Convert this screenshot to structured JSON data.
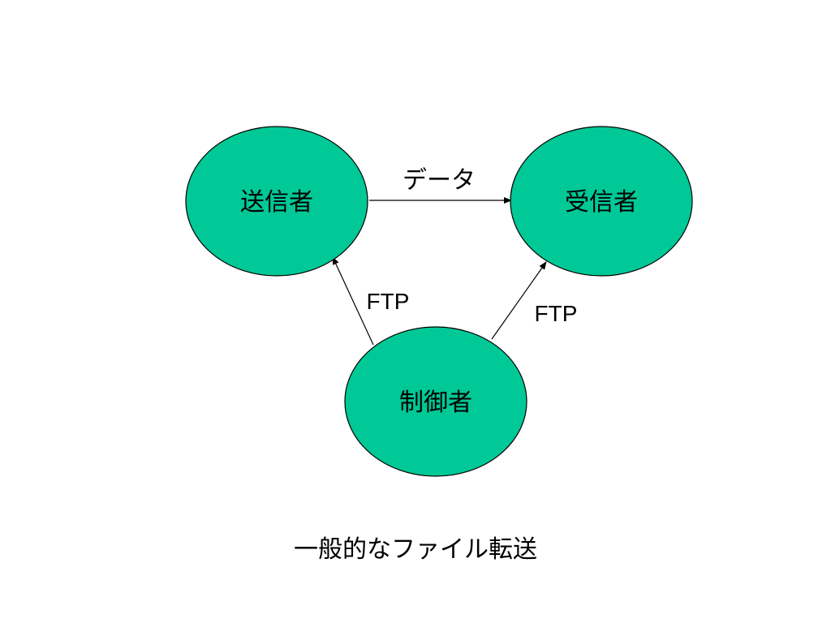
{
  "colors": {
    "node_fill": "#00C896",
    "node_stroke": "#000000",
    "edge": "#000000",
    "background": "#ffffff"
  },
  "nodes": {
    "sender": {
      "label": "送信者"
    },
    "receiver": {
      "label": "受信者"
    },
    "controller": {
      "label": "制御者"
    }
  },
  "edges": {
    "data": {
      "label": "データ"
    },
    "ftp_to_sender": {
      "label": "FTP"
    },
    "ftp_to_receiver": {
      "label": "FTP"
    }
  },
  "caption": "一般的なファイル転送"
}
